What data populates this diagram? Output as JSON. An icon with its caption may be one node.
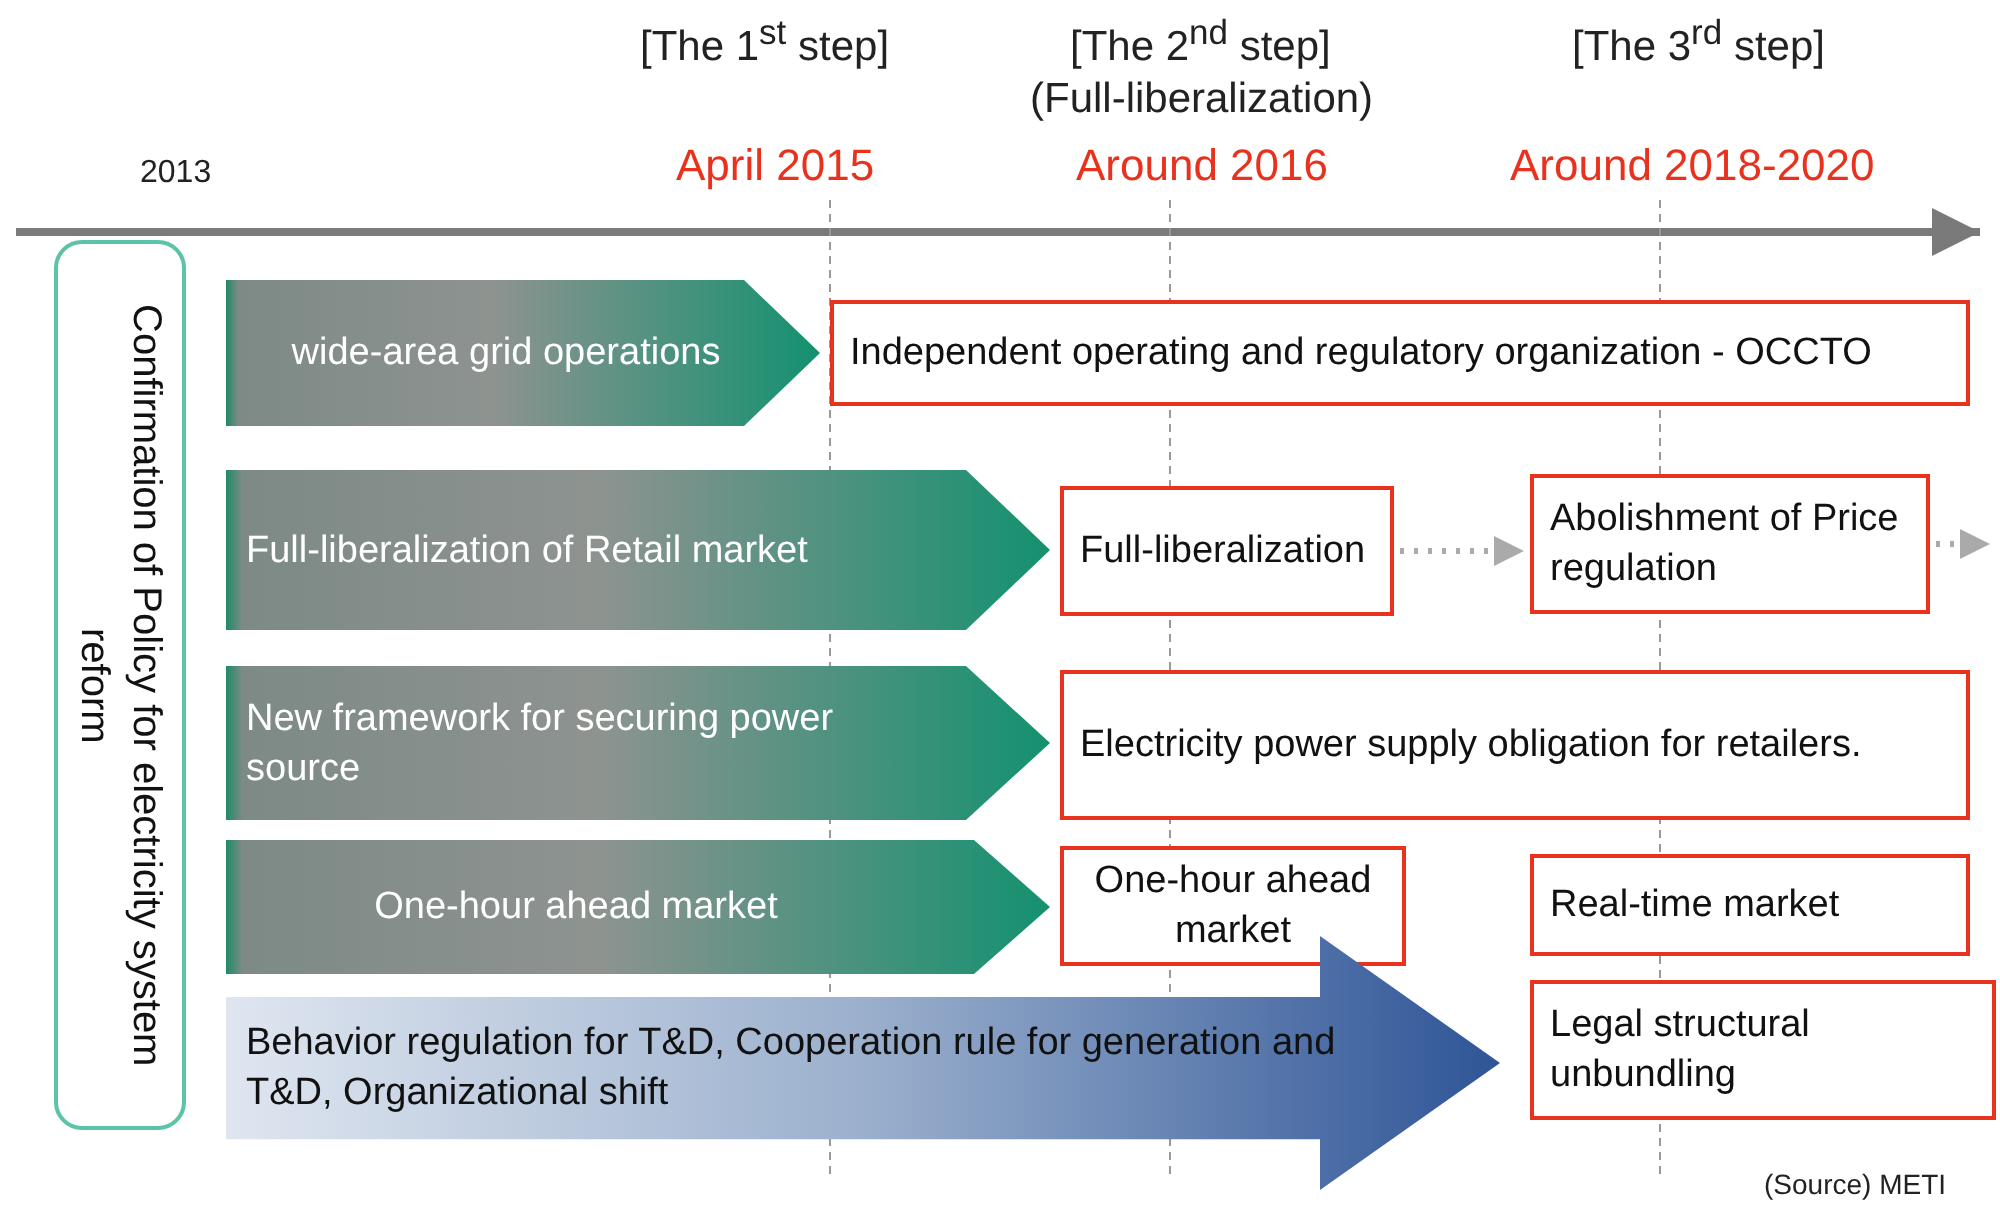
{
  "diagram": {
    "nodes": [
      {
        "text": [
          "Confirmation of Policy for electricity system reform"
        ]
      },
      {
        "text": [
          "wide-area grid operations"
        ]
      },
      {
        "text": [
          "Independent operating and regulatory organization - OCCTO"
        ]
      },
      {
        "text": [
          "Full-liberalization of Retail market"
        ]
      },
      {
        "text": [
          "Full-liberalization"
        ]
      },
      {
        "text": [
          "Abolishment of Price regulation"
        ]
      },
      {
        "text": [
          "New framework  for securing power source"
        ]
      },
      {
        "text": [
          "Electricity power supply obligation for retailers."
        ]
      },
      {
        "text": [
          "One-hour ahead market"
        ]
      },
      {
        "text": [
          "One-hour ahead market"
        ]
      },
      {
        "text": [
          "Real-time market"
        ]
      },
      {
        "text": [
          "Behavior regulation for T&D, Cooperation rule for generation and T&D, Organizational shift"
        ]
      },
      {
        "text": [
          "Legal structural unbundling"
        ]
      }
    ],
    "edges": [
      {
        "from": 4,
        "to": 5,
        "arrow": "to",
        "style": "dashed"
      },
      {
        "from": 5,
        "to": null,
        "arrow": "to",
        "style": "dashed"
      }
    ],
    "labels": [
      "[The 1$^{st}$ step]",
      "[The 2$^{nd}$ step]",
      "(Full-liberalization)",
      "[The 3$^{rd}$ step]",
      "2013",
      "April 2015",
      "Around 2016",
      "Around 2018-2020",
      "(Source)  METI"
    ]
  }
}
